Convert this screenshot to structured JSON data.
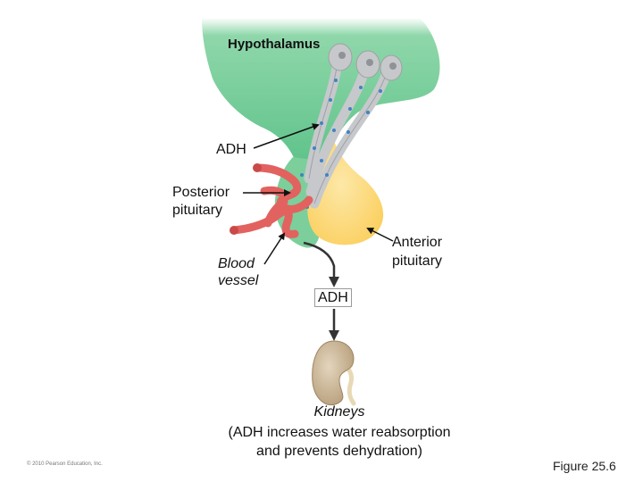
{
  "labels": {
    "hypothalamus": "Hypothalamus",
    "adh_top": "ADH",
    "posterior_1": "Posterior",
    "posterior_2": "pituitary",
    "anterior_1": "Anterior",
    "anterior_2": "pituitary",
    "blood_1": "Blood",
    "blood_2": "vessel",
    "adh_box": "ADH",
    "kidneys": "Kidneys",
    "caption_1": "(ADH increases water reabsorption",
    "caption_2": "and prevents dehydration)"
  },
  "footer": {
    "credit": "© 2010 Pearson Education, Inc.",
    "figure": "Figure 25.6"
  },
  "colors": {
    "hypothalamus_green": "#5fc38a",
    "posterior_green": "#7ccf9b",
    "anterior_yellow": "#fcd979",
    "neuron_gray": "#c6c8cb",
    "vessel_red": "#e2625f",
    "adh_dot_blue": "#3f83c4",
    "kidney_tan": "#c9b495"
  }
}
